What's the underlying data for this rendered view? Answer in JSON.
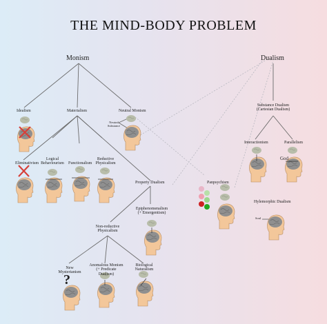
{
  "title": "THE MIND-BODY PROBLEM",
  "nodes": {
    "monism": "Monism",
    "dualism": "Dualism",
    "idealism": "Idealism",
    "materialism": "Materialism",
    "neutral_monism": "Neutral Monism",
    "neutral_substance": "Neutral Substance",
    "eliminativism": "Eliminativism",
    "logical_behaviourism": "Logical Behaviourism",
    "functionalism": "Functionalism",
    "reductive_physicalism": "Reductive Physicalism",
    "property_dualism": "Property Dualism",
    "panpsychism": "Panpsychism",
    "epiphenomenalism": "Epiphenomenalism (+ Emergentism)",
    "non_reductive_physicalism": "Non-reductive Physicalism",
    "new_mysterianism": "New Mysterianism",
    "anomalous_monism": "Anomalous Monism (+ Predicate Dualism)",
    "biological_naturalism": "Biological Naturalism",
    "substance_dualism": "Substance Dualism (Cartesian Dualism)",
    "interactionism": "Interactionism",
    "parallelism": "Parallelism",
    "god": "God",
    "hylemorphic_dualism": "Hylemorphic Dualism",
    "soul": "Soul",
    "question_mark": "?"
  },
  "colors": {
    "line": "#6b6b6b",
    "dotted": "#b8b8c0",
    "skin": "#f3c79a",
    "brain": "#8f8f8f",
    "thought": "#b8bdaa",
    "cross": "#d6403a"
  }
}
